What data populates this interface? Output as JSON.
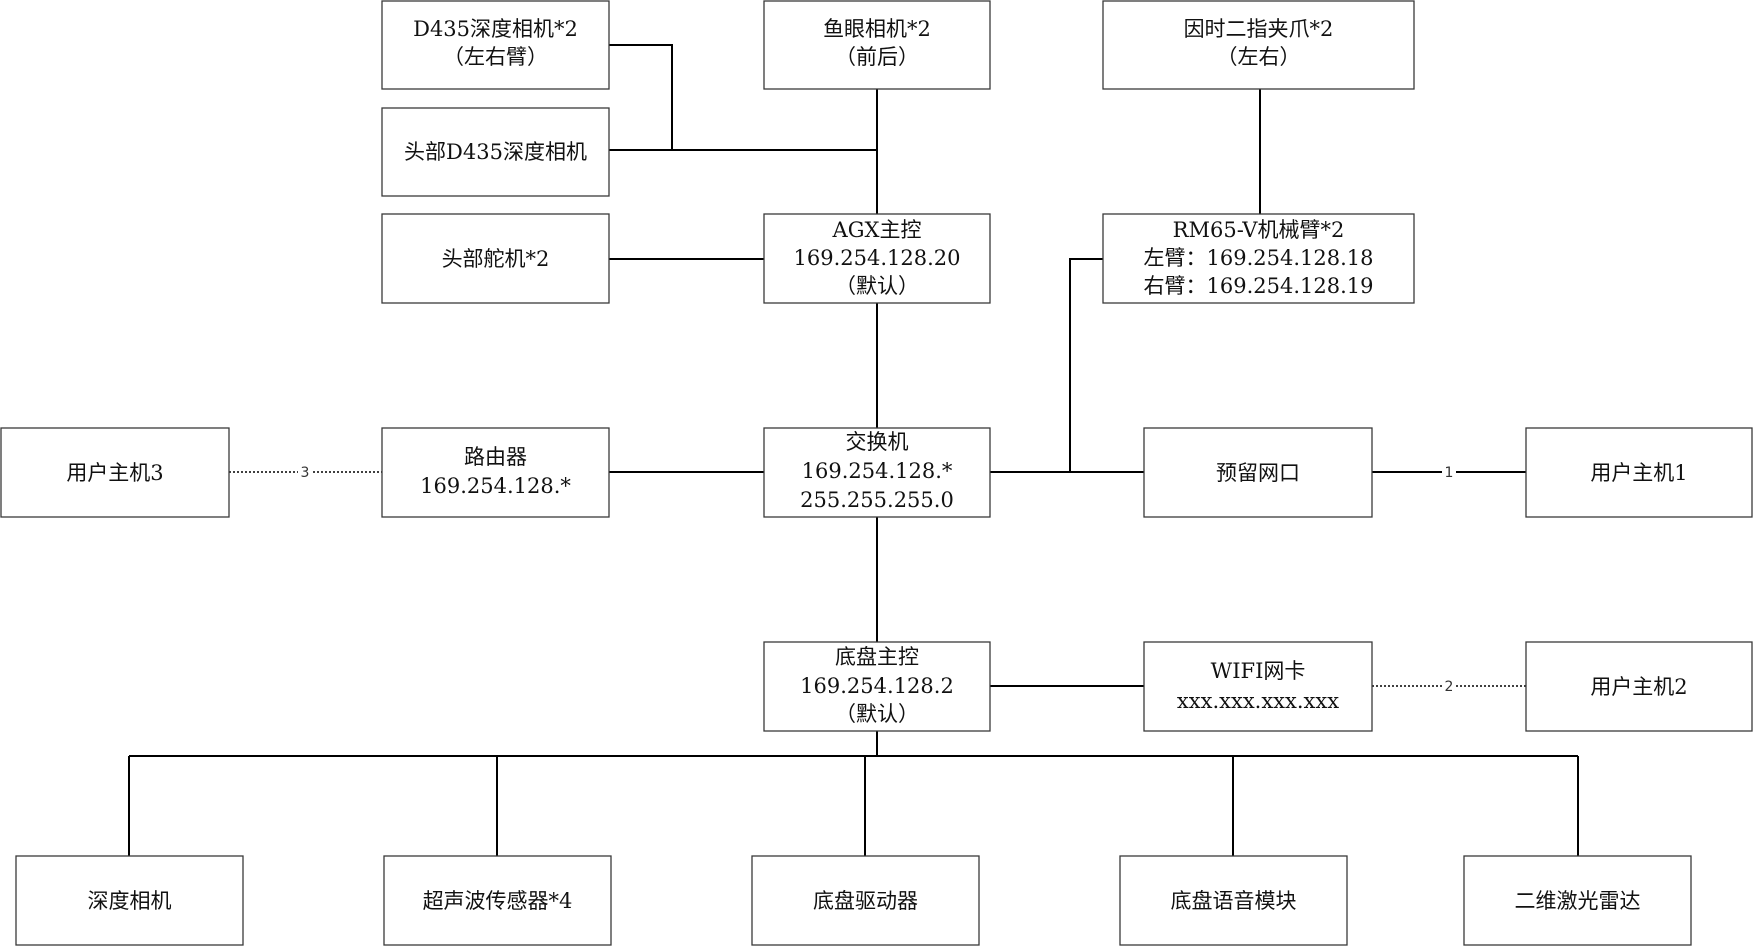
{
  "nodes": {
    "d435_arm": [
      "D435深度相机*2",
      "（左右臂）"
    ],
    "fisheye": [
      "鱼眼相机*2",
      "（前后）"
    ],
    "gripper": [
      "因时二指夹爪*2",
      "（左右）"
    ],
    "head_d435": [
      "头部D435深度相机"
    ],
    "head_servo": [
      "头部舵机*2"
    ],
    "agx": [
      "AGX主控",
      "169.254.128.20",
      "（默认）"
    ],
    "arm": [
      "RM65-V机械臂*2",
      "左臂：169.254.128.18",
      "右臂：169.254.128.19"
    ],
    "user3": [
      "用户主机3"
    ],
    "router": [
      "路由器",
      "169.254.128.*"
    ],
    "switch": [
      "交换机",
      "169.254.128.*",
      "255.255.255.0"
    ],
    "reserved_port": [
      "预留网口"
    ],
    "user1": [
      "用户主机1"
    ],
    "chassis": [
      "底盘主控",
      "169.254.128.2",
      "（默认）"
    ],
    "wifi": [
      "WIFI网卡",
      "xxx.xxx.xxx.xxx"
    ],
    "user2": [
      "用户主机2"
    ],
    "depth_cam": [
      "深度相机"
    ],
    "ultrasonic": [
      "超声波传感器*4"
    ],
    "chassis_driver": [
      "底盘驱动器"
    ],
    "voice": [
      "底盘语音模块"
    ],
    "lidar": [
      "二维激光雷达"
    ]
  },
  "edge_labels": {
    "user3_router": "3",
    "reserved_user1": "1",
    "wifi_user2": "2"
  }
}
